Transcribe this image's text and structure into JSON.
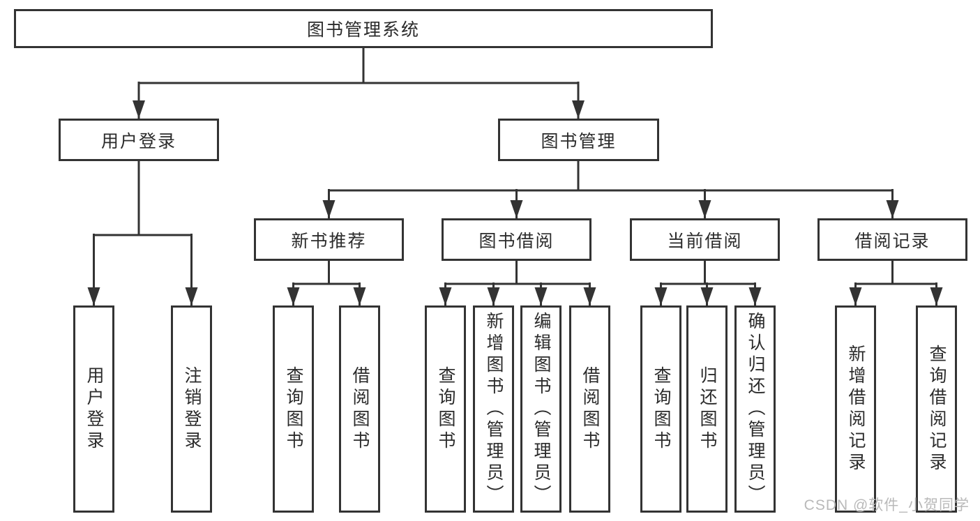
{
  "diagram": {
    "root": {
      "label": "图书管理系统"
    },
    "branches": [
      {
        "label": "用户登录",
        "children": [
          {
            "label": "用户登录"
          },
          {
            "label": "注销登录"
          }
        ]
      },
      {
        "label": "图书管理",
        "children": [
          {
            "label": "新书推荐",
            "children": [
              {
                "label": "查询图书"
              },
              {
                "label": "借阅图书"
              }
            ]
          },
          {
            "label": "图书借阅",
            "children": [
              {
                "label": "查询图书"
              },
              {
                "label": "新增图书（管理员）"
              },
              {
                "label": "编辑图书（管理员）"
              },
              {
                "label": "借阅图书"
              }
            ]
          },
          {
            "label": "当前借阅",
            "children": [
              {
                "label": "查询图书"
              },
              {
                "label": "归还图书"
              },
              {
                "label": "确认归还（管理员）"
              }
            ]
          },
          {
            "label": "借阅记录",
            "children": [
              {
                "label": "新增借阅记录"
              },
              {
                "label": "查询借阅记录"
              }
            ]
          }
        ]
      }
    ]
  },
  "watermark": {
    "text": "CSDN @软件_小贺同学"
  },
  "colors": {
    "line": "#333333",
    "text": "#2b2b2b",
    "watermark": "#b9b9b9",
    "background": "#ffffff"
  }
}
